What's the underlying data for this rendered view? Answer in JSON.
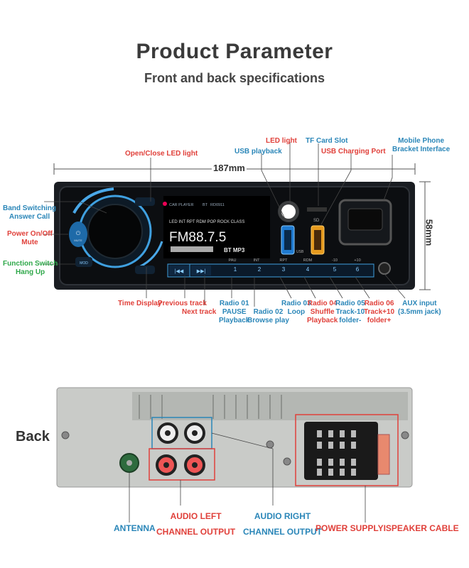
{
  "header": {
    "title": "Product Parameter",
    "subtitle": "Front and back specifications"
  },
  "front": {
    "width_label": "187mm",
    "height_label": "58mm",
    "display": {
      "brand": "CAR PLAYER",
      "bt": "BT",
      "model": "RD0911",
      "modes": "LED  INT  RPT  RDM  POP  ROCK  CLASS",
      "freq": "FM88.7.5",
      "badges": "BT  MP3",
      "sd": "SD",
      "usb": "USB"
    },
    "button_labels": [
      "PAU",
      "INT",
      "RPT",
      "RDM",
      "-10",
      "+10"
    ],
    "button_numbers": [
      "1",
      "2",
      "3",
      "4",
      "5",
      "6"
    ],
    "callouts": {
      "open_close_led": "Open/Close LED light",
      "band_switching": "Band Switching\nAnswer Call",
      "power": "Power On/Off\nMute",
      "function_switch": "Function Switch\nHang Up",
      "usb_playback": "USB playback",
      "led_light": "LED light",
      "tf_card": "TF Card Slot",
      "usb_charging": "USB Charging Port",
      "mobile_phone": "Mobile Phone\nBracket Interface",
      "time_display": "Time Display",
      "previous_track": "Previous track",
      "next_track": "Next track",
      "radio01": "Radio 01\nPAUSE\nPlayback",
      "radio02": "Radio 02\nBrowse play",
      "radio03": "Radio 03\nLoop",
      "radio04": "Radio 04\nShuffle\nPlayback",
      "radio05": "Radio 05\nTrack-10\nfolder-",
      "radio06": "Radio 06\nTrack+10\nfolder+",
      "aux": "AUX input\n(3.5mm jack)"
    }
  },
  "back": {
    "label": "Back",
    "callouts": {
      "antenna": "ANTENNA",
      "audio_left": "AUDIO LEFT\nCHANNEL OUTPUT",
      "audio_right": "AUDIO RIGHT\nCHANNEL OUTPUT",
      "power_cable": "POWER SUPPLYISPEAKER CABLE"
    }
  },
  "colors": {
    "red": "#e0403a",
    "blue": "#2a86b8",
    "green": "#2fa84a",
    "panel": "#111418",
    "accent_blue": "#4aa8e8",
    "accent_orange": "#f0a020"
  }
}
